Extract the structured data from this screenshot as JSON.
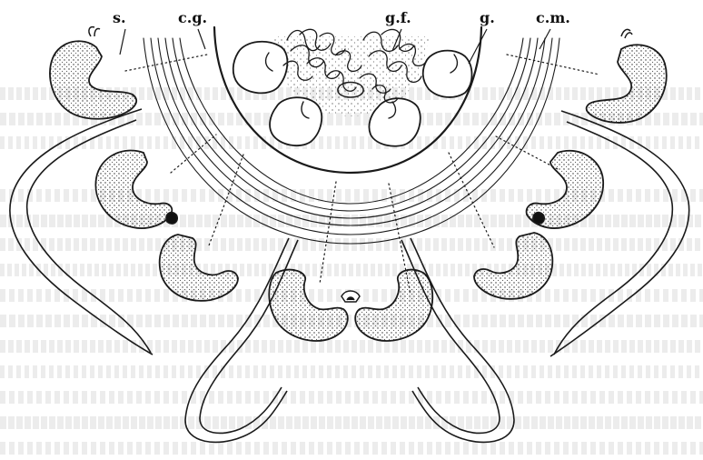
{
  "figure": {
    "labels": {
      "s": "s.",
      "cg": "c.g.",
      "gf": "g.f.",
      "g": "g.",
      "cm": "c.m."
    }
  },
  "colors": {
    "ink": "#1a1a1a",
    "paper": "#ffffff",
    "stipple": "#2b2b2b",
    "bleed_text": "#555555"
  }
}
